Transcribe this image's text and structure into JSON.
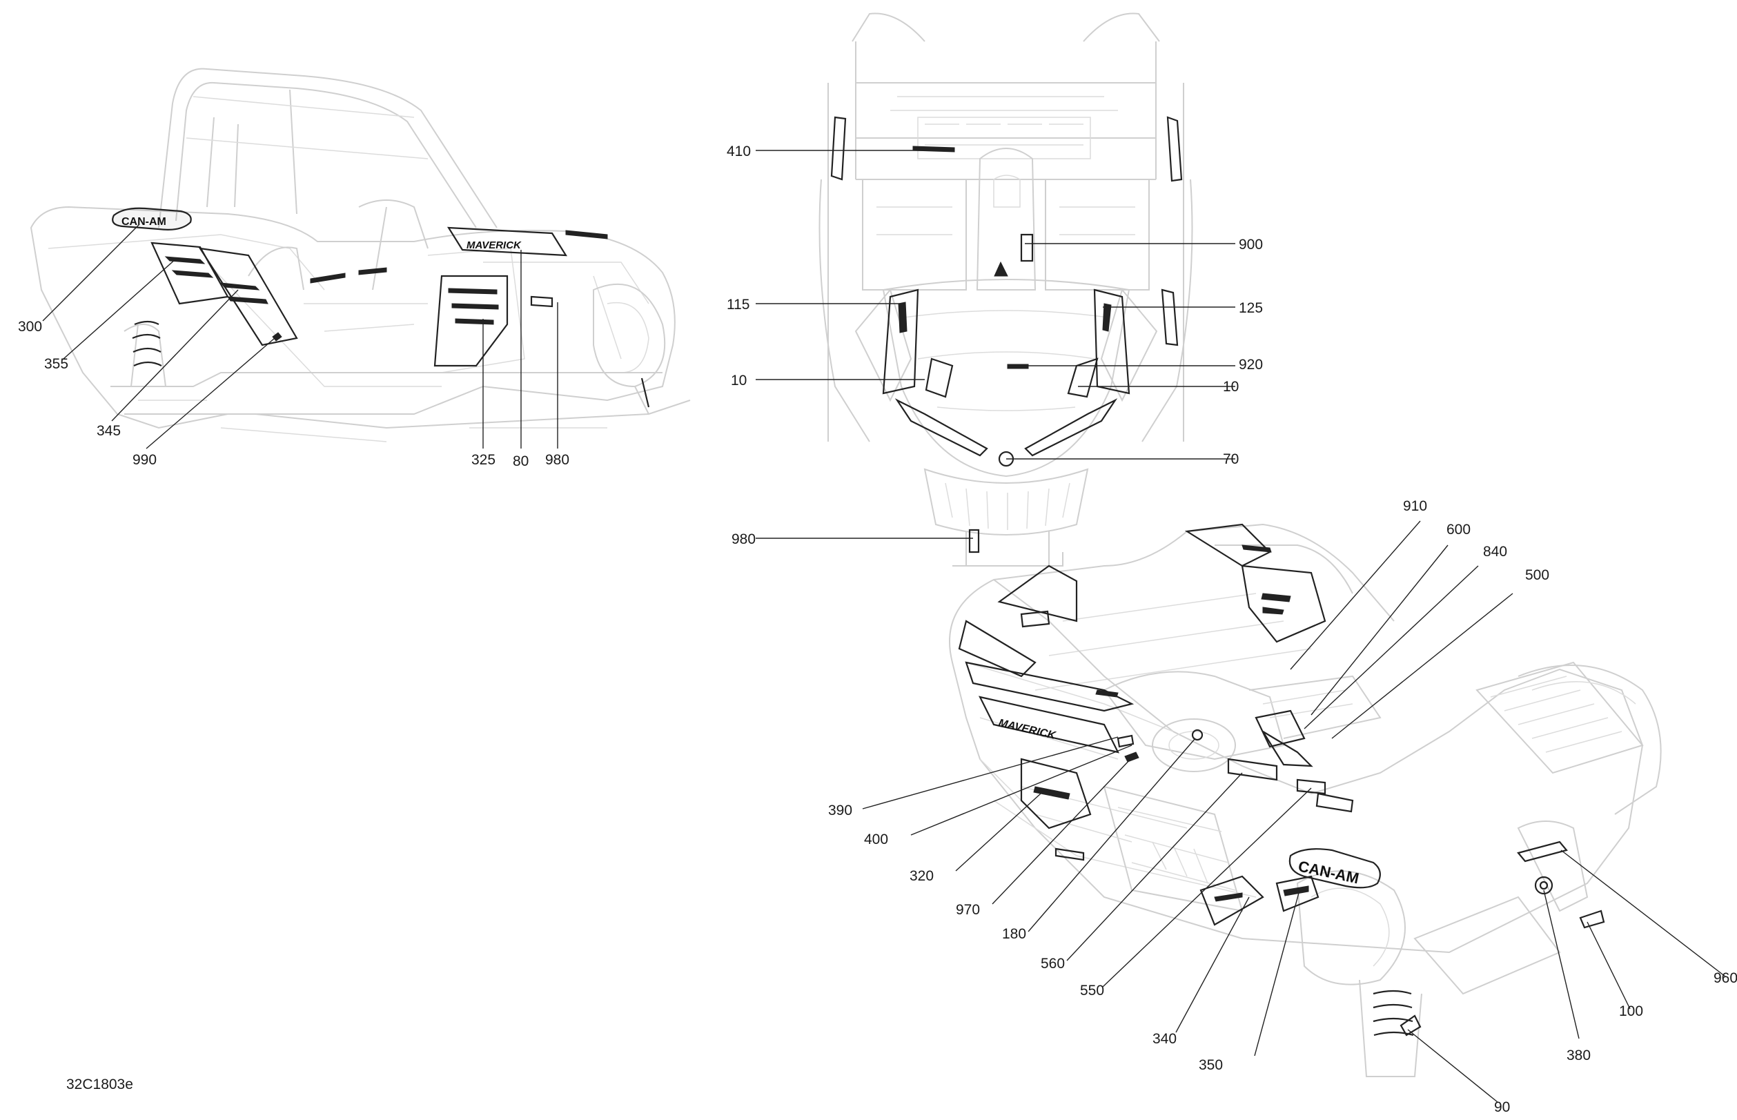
{
  "figure_code": "32C1803e",
  "callouts": [
    {
      "id": "c300",
      "label": "300"
    },
    {
      "id": "c355",
      "label": "355"
    },
    {
      "id": "c345",
      "label": "345"
    },
    {
      "id": "c990",
      "label": "990"
    },
    {
      "id": "c325",
      "label": "325"
    },
    {
      "id": "c80",
      "label": "80"
    },
    {
      "id": "c980a",
      "label": "980"
    },
    {
      "id": "c410",
      "label": "410"
    },
    {
      "id": "c900",
      "label": "900"
    },
    {
      "id": "c115",
      "label": "115"
    },
    {
      "id": "c125",
      "label": "125"
    },
    {
      "id": "c920",
      "label": "920"
    },
    {
      "id": "c10a",
      "label": "10"
    },
    {
      "id": "c10b",
      "label": "10"
    },
    {
      "id": "c70",
      "label": "70"
    },
    {
      "id": "c980b",
      "label": "980"
    },
    {
      "id": "c910",
      "label": "910"
    },
    {
      "id": "c600",
      "label": "600"
    },
    {
      "id": "c840",
      "label": "840"
    },
    {
      "id": "c500",
      "label": "500"
    },
    {
      "id": "c390",
      "label": "390"
    },
    {
      "id": "c400",
      "label": "400"
    },
    {
      "id": "c320",
      "label": "320"
    },
    {
      "id": "c970",
      "label": "970"
    },
    {
      "id": "c180",
      "label": "180"
    },
    {
      "id": "c560",
      "label": "560"
    },
    {
      "id": "c550",
      "label": "550"
    },
    {
      "id": "c340",
      "label": "340"
    },
    {
      "id": "c350",
      "label": "350"
    },
    {
      "id": "c960",
      "label": "960"
    },
    {
      "id": "c100",
      "label": "100"
    },
    {
      "id": "c380",
      "label": "380"
    },
    {
      "id": "c90",
      "label": "90"
    }
  ]
}
